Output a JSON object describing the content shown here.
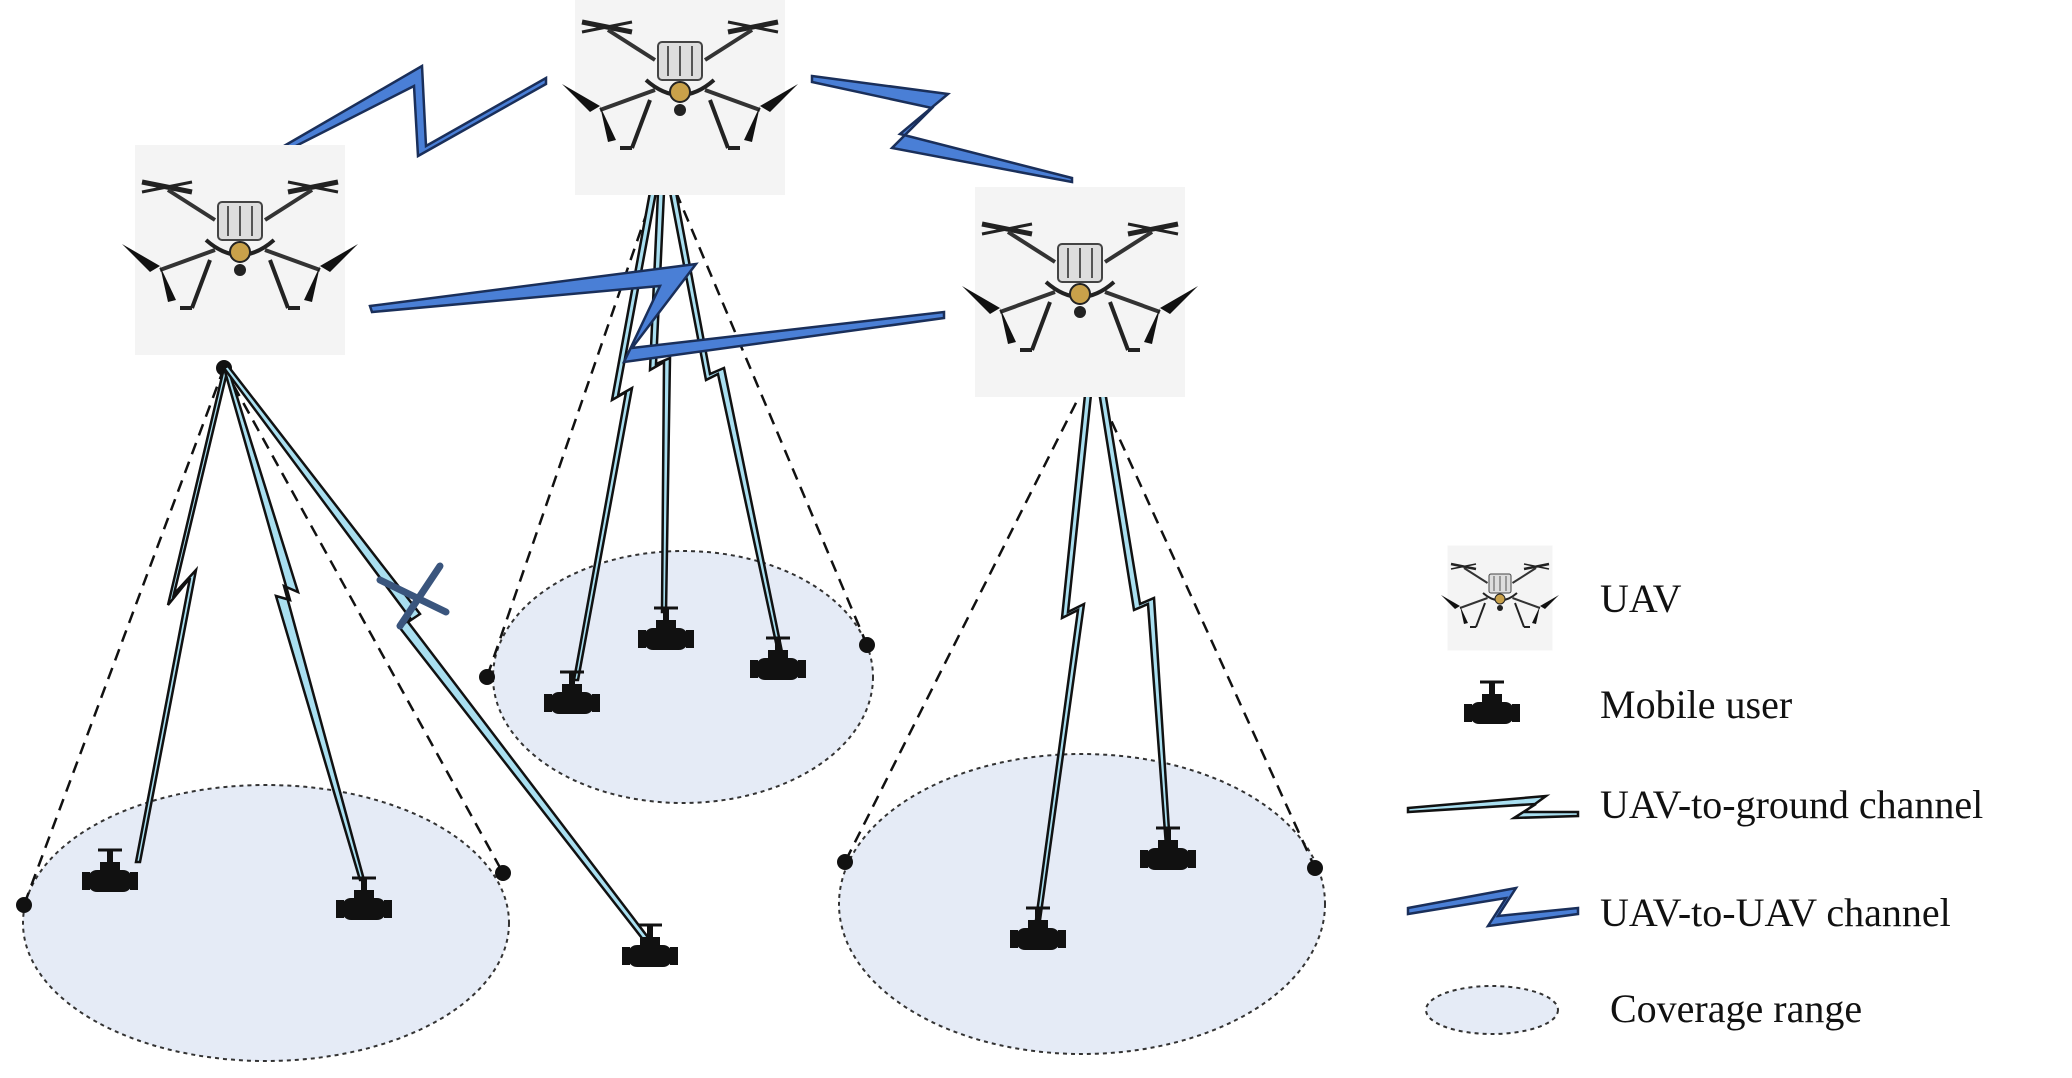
{
  "legend": {
    "items": [
      {
        "key": "uav",
        "label": "UAV",
        "icon": "uav-drone-icon"
      },
      {
        "key": "mobile_user",
        "label": "Mobile user",
        "icon": "mobile-user-icon"
      },
      {
        "key": "u2g",
        "label": "UAV-to-ground channel",
        "icon": "lightning-channel-icon"
      },
      {
        "key": "u2u",
        "label": "UAV-to-UAV channel",
        "icon": "lightning-channel-icon"
      },
      {
        "key": "coverage",
        "label": "Coverage range",
        "icon": "coverage-ellipse-icon"
      }
    ]
  },
  "colors": {
    "uav_link": "#4a7fd6",
    "ground_link": "#a9dff0",
    "coverage_fill": "#e5ebf6",
    "cross_mark": "#3a557d",
    "line": "#111111"
  }
}
